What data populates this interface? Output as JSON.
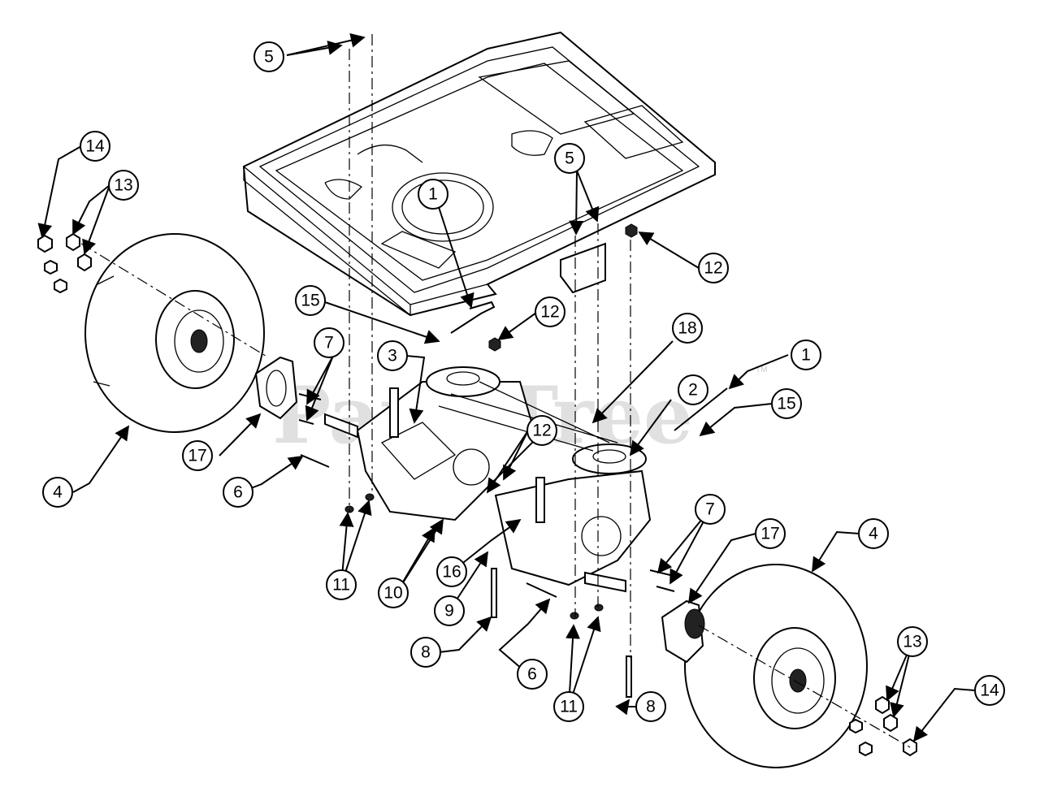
{
  "watermark": {
    "text": "PartsTree",
    "trademark": "TM"
  },
  "callouts": [
    "5",
    "14",
    "13",
    "1",
    "5",
    "12",
    "15",
    "12",
    "7",
    "3",
    "18",
    "1",
    "2",
    "15",
    "17",
    "4",
    "6",
    "12",
    "11",
    "10",
    "16",
    "9",
    "8",
    "6",
    "7",
    "17",
    "4",
    "11",
    "8",
    "13",
    "14"
  ]
}
